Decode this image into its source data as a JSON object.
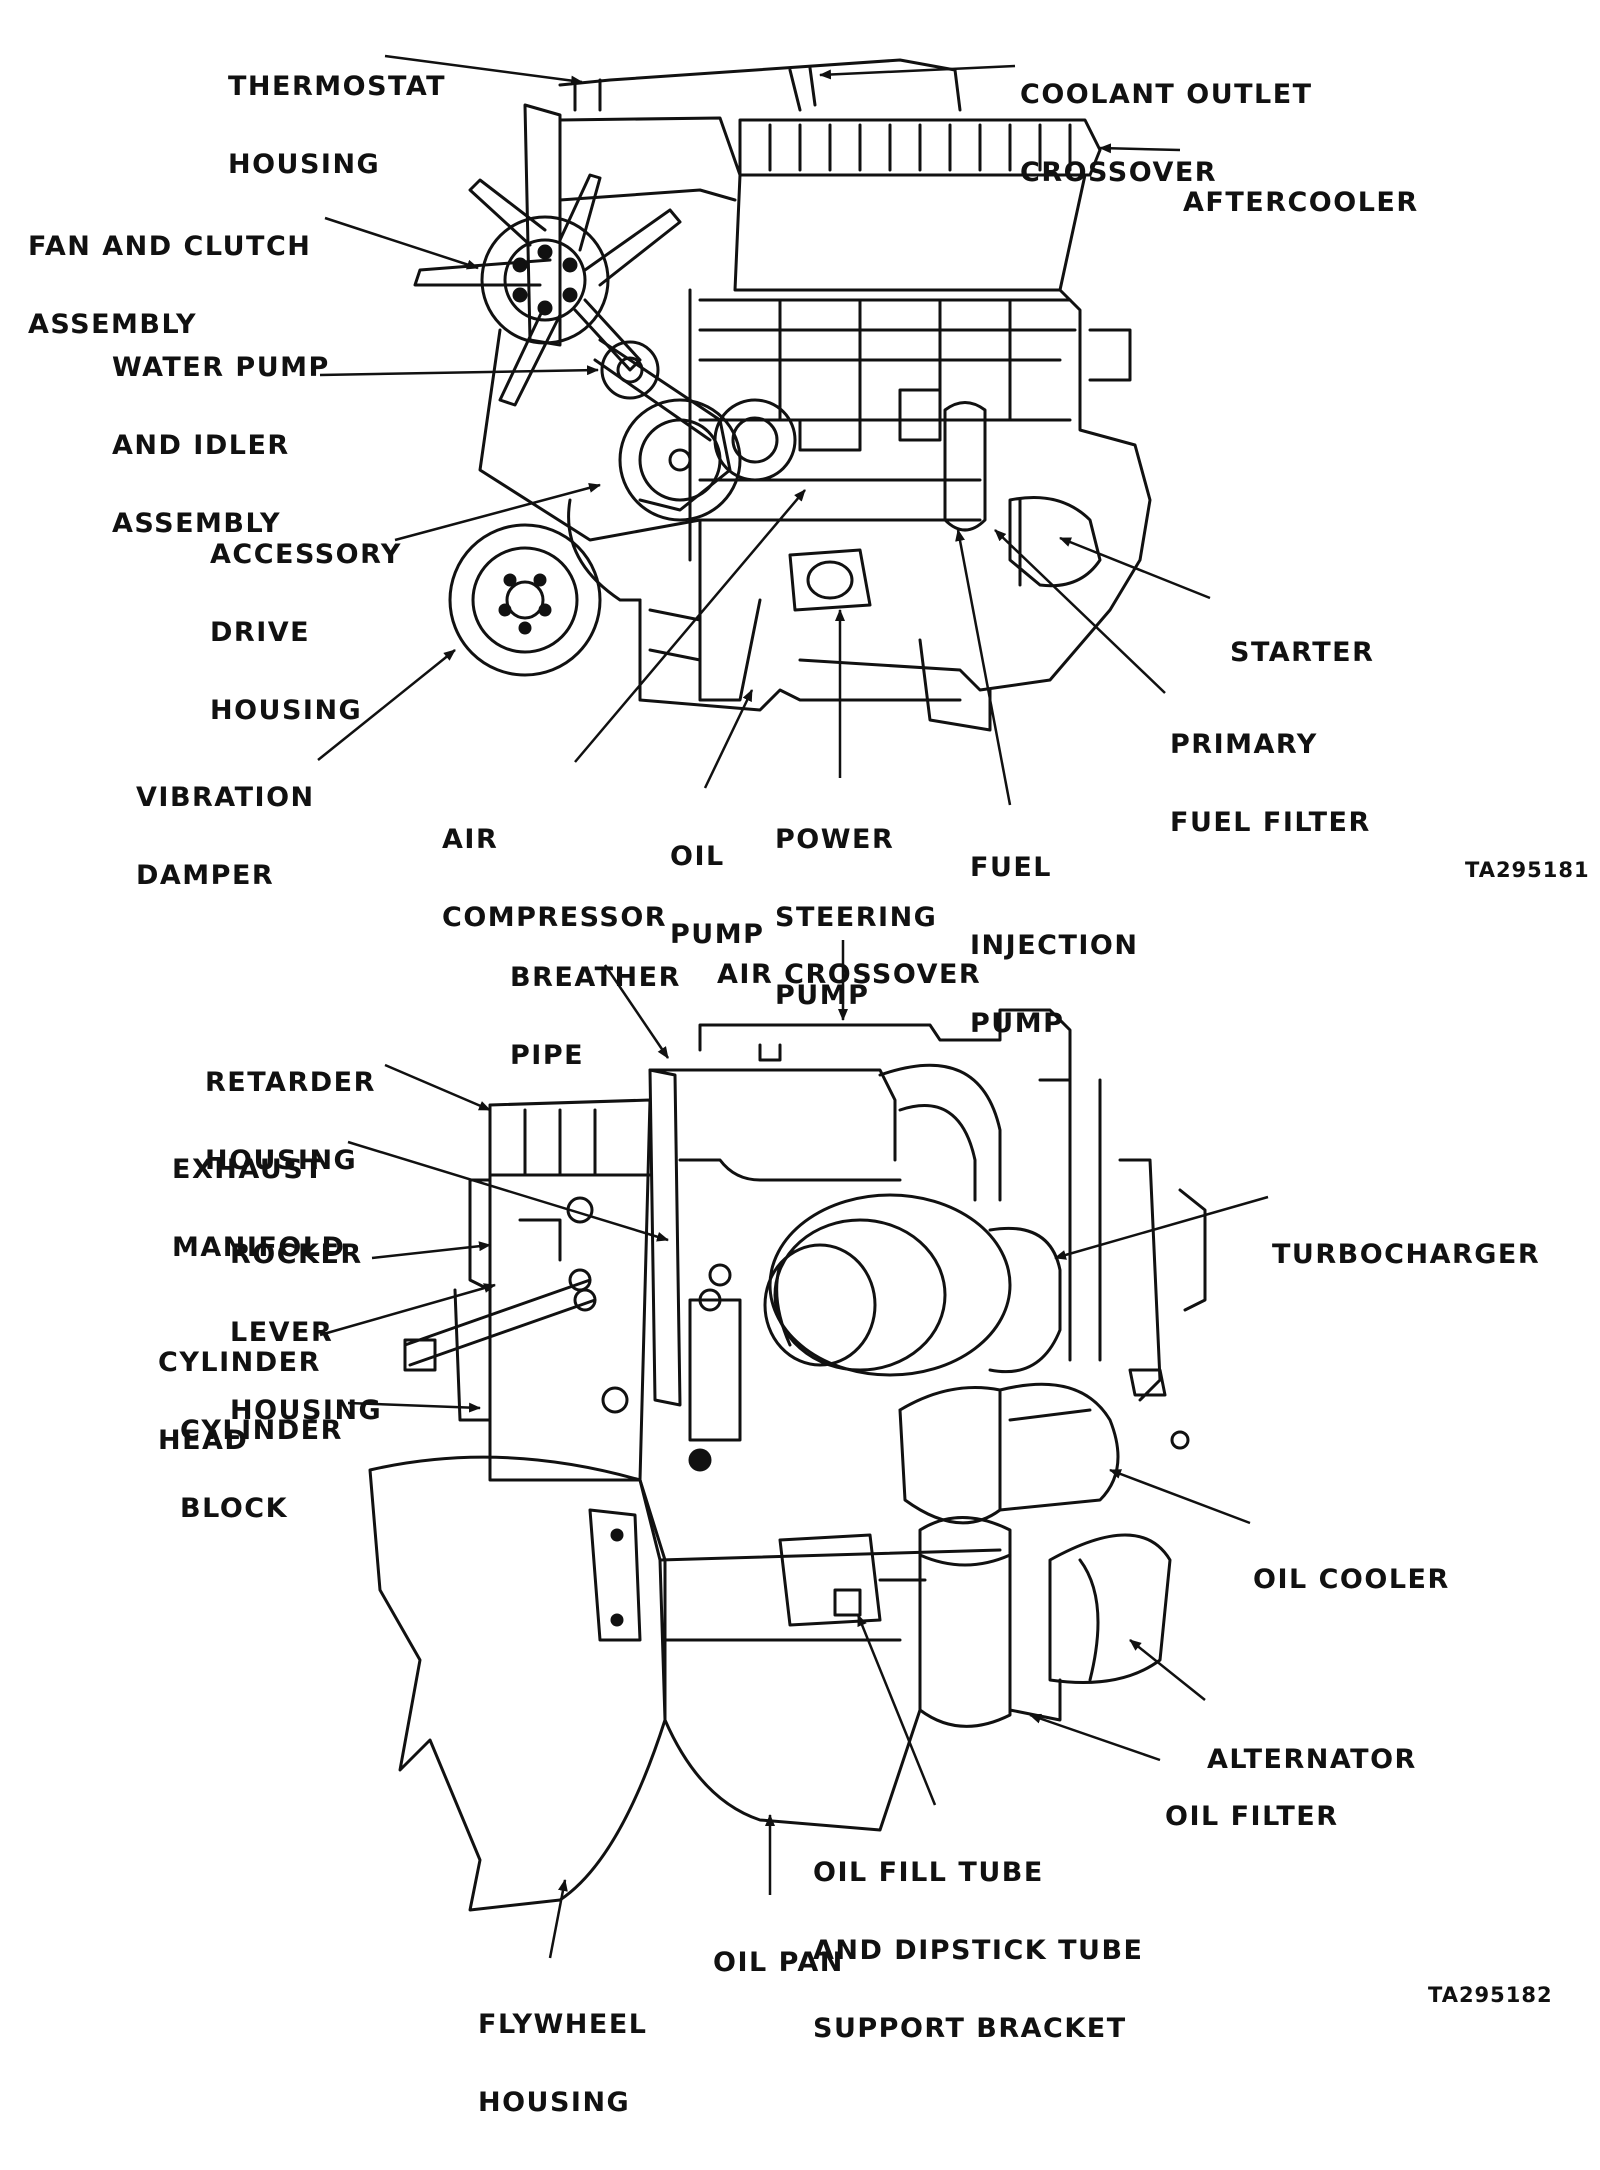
{
  "figure_top": {
    "id": "TA295181",
    "labels": {
      "thermostat_housing": [
        "THERMOSTAT",
        "HOUSING"
      ],
      "coolant_outlet_crossover": [
        "COOLANT OUTLET",
        "CROSSOVER"
      ],
      "aftercooler": [
        "AFTERCOOLER"
      ],
      "fan_clutch": [
        "FAN AND CLUTCH",
        "ASSEMBLY"
      ],
      "water_pump": [
        "WATER PUMP",
        "AND IDLER",
        "ASSEMBLY"
      ],
      "accessory_drive": [
        "ACCESSORY",
        "DRIVE",
        "HOUSING"
      ],
      "starter": [
        "STARTER"
      ],
      "primary_fuel_filter": [
        "PRIMARY",
        "FUEL FILTER"
      ],
      "vibration_damper": [
        "VIBRATION",
        "DAMPER"
      ],
      "air_compressor": [
        "AIR",
        "COMPRESSOR"
      ],
      "oil_pump": [
        "OIL",
        "PUMP"
      ],
      "power_steering_pump": [
        "POWER",
        "STEERING",
        "PUMP"
      ],
      "fuel_injection_pump": [
        "FUEL",
        "INJECTION",
        "PUMP"
      ]
    }
  },
  "figure_bottom": {
    "id": "TA295182",
    "labels": {
      "breather_pipe": [
        "BREATHER",
        "PIPE"
      ],
      "air_crossover": [
        "AIR CROSSOVER"
      ],
      "retarder_housing": [
        "RETARDER",
        "HOUSING"
      ],
      "exhaust_manifold": [
        "EXHAUST",
        "MANIFOLD"
      ],
      "rocker_lever_housing": [
        "ROCKER",
        "LEVER",
        "HOUSING"
      ],
      "cylinder_head": [
        "CYLINDER",
        "HEAD"
      ],
      "cylinder_block": [
        "CYLINDER",
        "BLOCK"
      ],
      "turbocharger": [
        "TURBOCHARGER"
      ],
      "oil_cooler": [
        "OIL COOLER"
      ],
      "alternator": [
        "ALTERNATOR"
      ],
      "oil_filter": [
        "OIL FILTER"
      ],
      "oil_fill_tube": [
        "OIL FILL TUBE",
        "AND DIPSTICK TUBE",
        "SUPPORT BRACKET"
      ],
      "oil_pan": [
        "OIL PAN"
      ],
      "flywheel_housing": [
        "FLYWHEEL",
        "HOUSING"
      ]
    }
  },
  "colors": {
    "ink": "#111111",
    "paper": "#ffffff"
  }
}
